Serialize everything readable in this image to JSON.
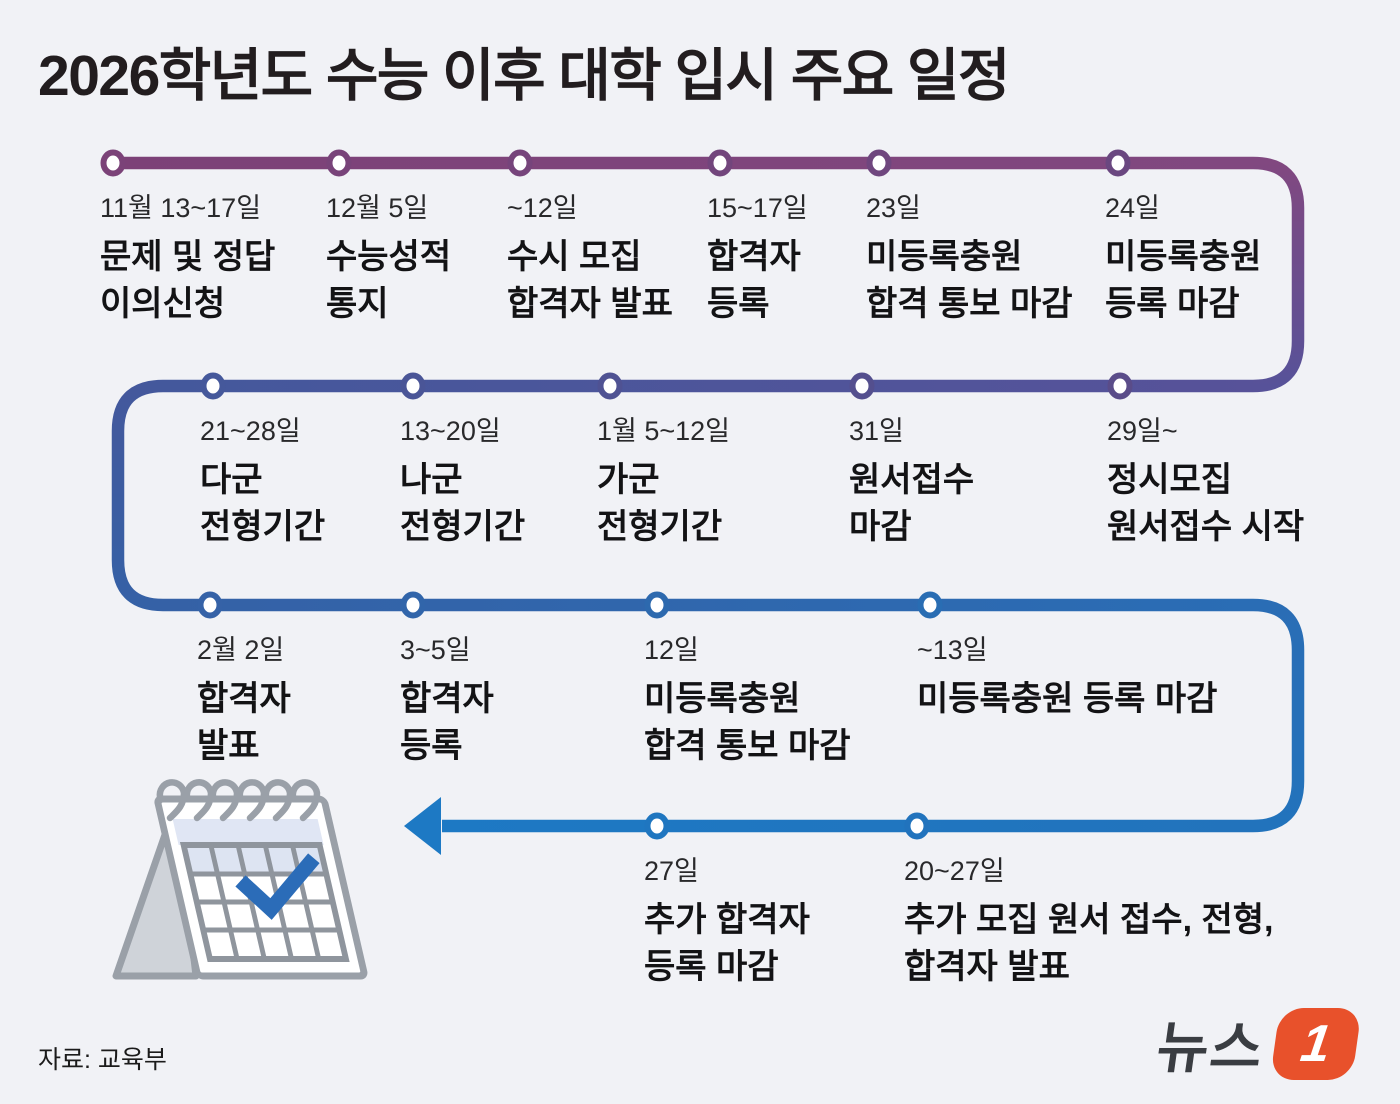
{
  "title": "2026학년도 수능 이후 대학 입시 주요 일정",
  "source": "자료: 교육부",
  "logo": {
    "text": "뉴스",
    "badge": "1"
  },
  "colors": {
    "background": "#f1f2f6",
    "timeline_purple_start": "#7c4177",
    "timeline_indigo_mid": "#4f5293",
    "timeline_blue_end": "#1d79c4",
    "check_blue": "#2b6cb8",
    "logo_orange": "#e8512b",
    "text_dark": "#131315"
  },
  "rows": [
    {
      "name": "row-1",
      "events": [
        {
          "date": "11월 13~17일",
          "line1": "문제 및 정답",
          "line2": "이의신청"
        },
        {
          "date": "12월 5일",
          "line1": "수능성적",
          "line2": "통지"
        },
        {
          "date": "~12일",
          "line1": "수시 모집",
          "line2": "합격자 발표"
        },
        {
          "date": "15~17일",
          "line1": "합격자",
          "line2": "등록"
        },
        {
          "date": "23일",
          "line1": "미등록충원",
          "line2": "합격 통보 마감"
        },
        {
          "date": "24일",
          "line1": "미등록충원",
          "line2": "등록 마감"
        }
      ]
    },
    {
      "name": "row-2",
      "events": [
        {
          "date": "21~28일",
          "line1": "다군",
          "line2": "전형기간"
        },
        {
          "date": "13~20일",
          "line1": "나군",
          "line2": "전형기간"
        },
        {
          "date": "1월 5~12일",
          "line1": "가군",
          "line2": "전형기간"
        },
        {
          "date": "31일",
          "line1": "원서접수",
          "line2": "마감"
        },
        {
          "date": "29일~",
          "line1": "정시모집",
          "line2": "원서접수 시작"
        }
      ]
    },
    {
      "name": "row-3",
      "events": [
        {
          "date": "2월 2일",
          "line1": "합격자",
          "line2": "발표"
        },
        {
          "date": "3~5일",
          "line1": "합격자",
          "line2": "등록"
        },
        {
          "date": "12일",
          "line1": "미등록충원",
          "line2": "합격 통보 마감"
        },
        {
          "date": "~13일",
          "line1": "미등록충원 등록 마감",
          "line2": ""
        }
      ]
    },
    {
      "name": "row-4",
      "events": [
        {
          "date": "27일",
          "line1": "추가 합격자",
          "line2": "등록 마감"
        },
        {
          "date": "20~27일",
          "line1": "추가 모집 원서 접수, 전형,",
          "line2": "합격자 발표"
        }
      ]
    }
  ]
}
